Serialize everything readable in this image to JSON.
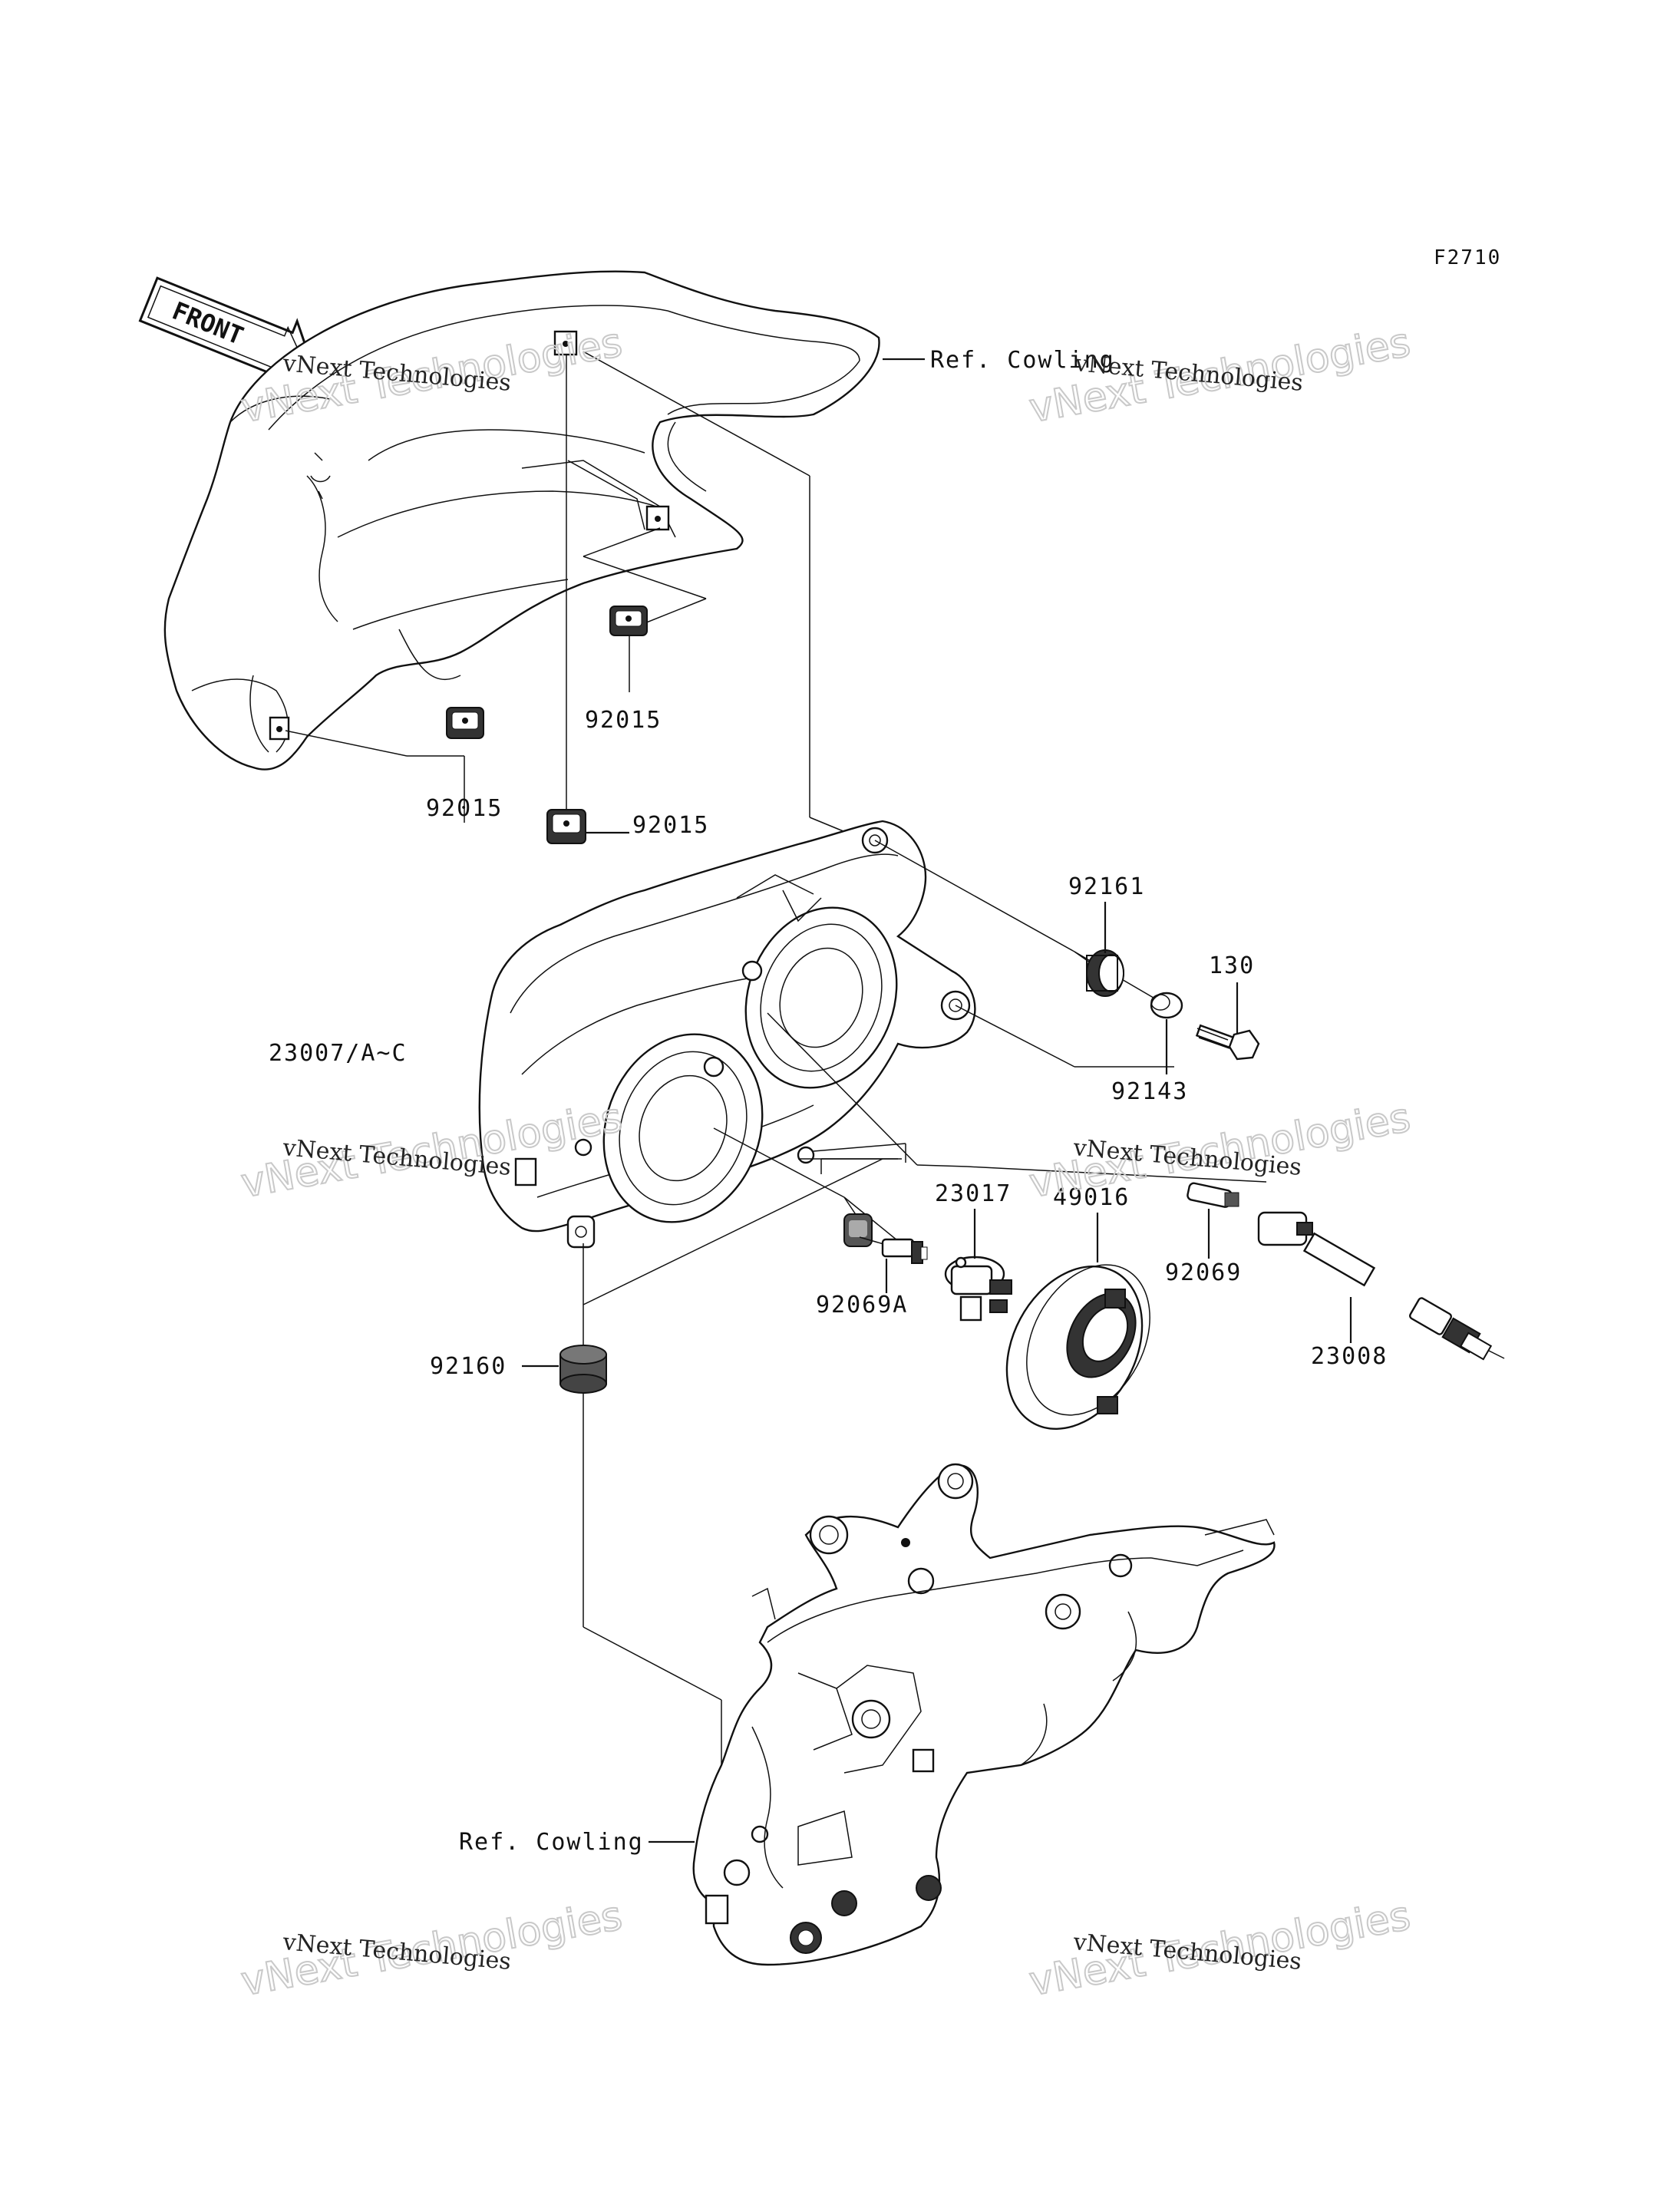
{
  "figure_code": "F2710",
  "front_arrow_text": "FRONT",
  "labels": {
    "ref_cowling_top": "Ref. Cowling",
    "ref_cowling_bottom": "Ref. Cowling",
    "p92015_a": "92015",
    "p92015_b": "92015",
    "p92015_c": "92015",
    "p92161": "92161",
    "p130": "130",
    "p92143": "92143",
    "p23007": "23007/A~C",
    "p23017": "23017",
    "p49016": "49016",
    "p92069A": "92069A",
    "p92069": "92069",
    "p23008": "23008",
    "p92160": "92160"
  },
  "watermarks": [
    {
      "small": "vNext Technologies",
      "big": "vNext Technologies"
    },
    {
      "small": "vNext Technologies",
      "big": "vNext Technologies"
    },
    {
      "small": "vNext Technologies",
      "big": "vNext Technologies"
    },
    {
      "small": "vNext Technologies",
      "big": "vNext Technologies"
    },
    {
      "small": "vNext Technologies",
      "big": "vNext Technologies"
    },
    {
      "small": "vNext Technologies",
      "big": "vNext Technologies"
    }
  ]
}
